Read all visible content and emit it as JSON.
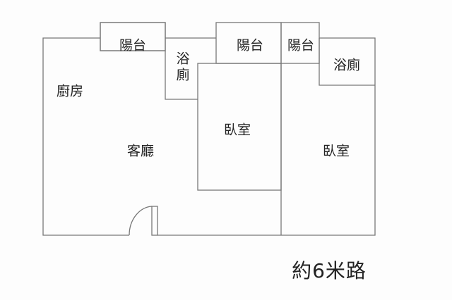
{
  "rooms": {
    "kitchen": "廚房",
    "living_room": "客廳",
    "bedroom_1": "臥室",
    "bedroom_2": "臥室",
    "balcony_1": "陽台",
    "balcony_2": "陽台",
    "balcony_3": "陽台",
    "bathroom_1": "浴廁",
    "bathroom_2": "浴廁"
  },
  "road_label": "約6米路",
  "line_color": "#777777"
}
